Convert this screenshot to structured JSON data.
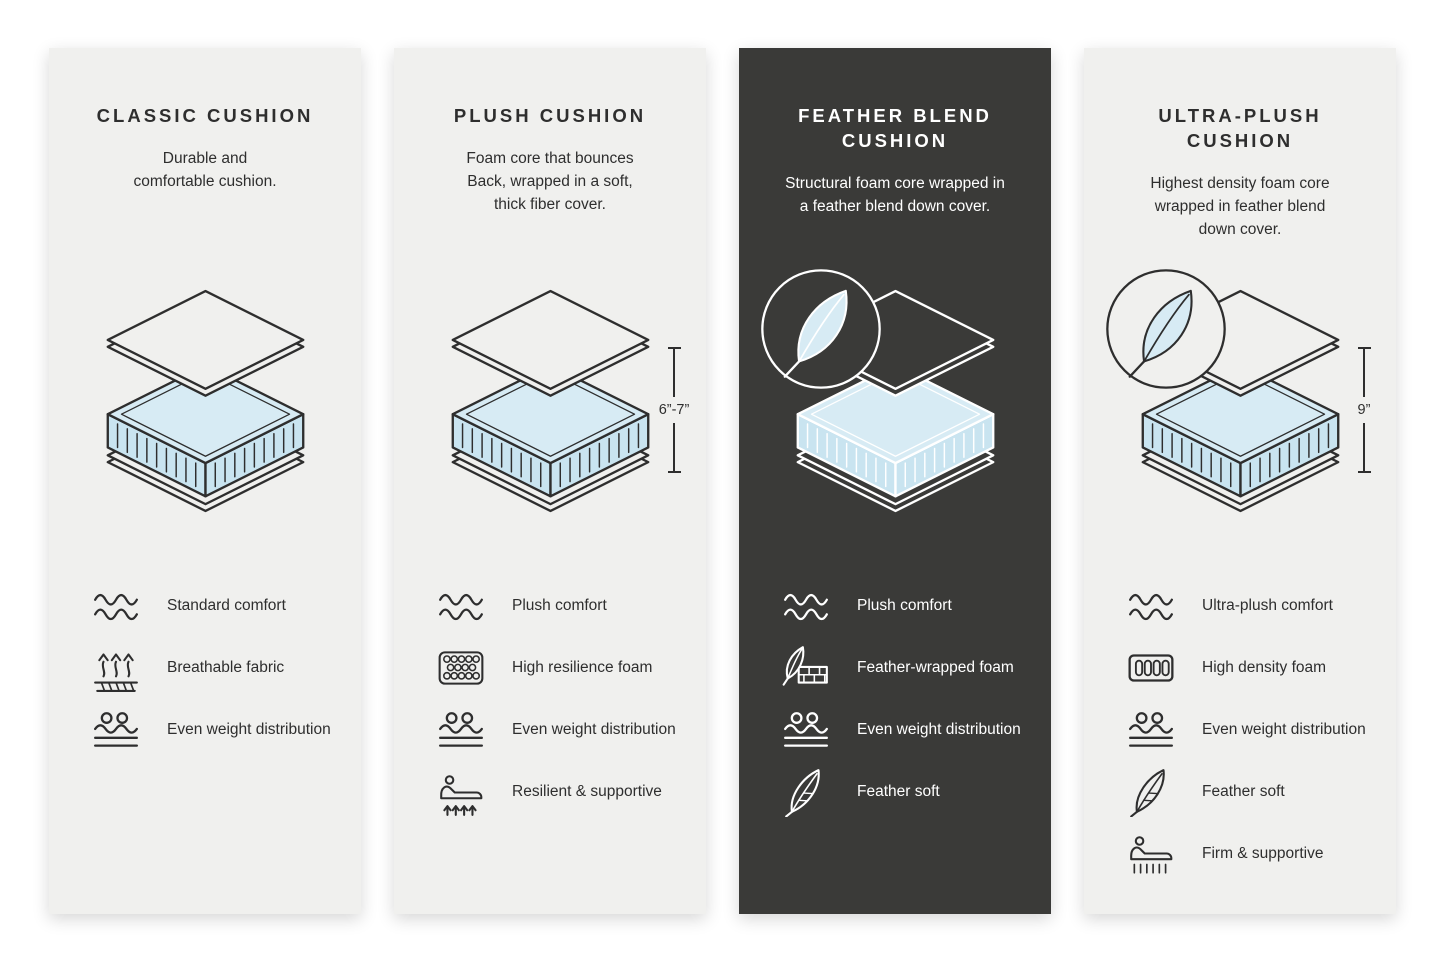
{
  "colors": {
    "page_background": "#ffffff",
    "card_background_light": "#f0f0ee",
    "card_background_dark": "#3a3a38",
    "foam_blue_top": "#d7ebf4",
    "foam_blue_side": "#c9e4f0",
    "ink_dark": "#2e2e2e",
    "ink_light": "#ffffff"
  },
  "cards": [
    {
      "id": "classic-cushion",
      "theme": "light",
      "title": "CLASSIC CUSHION",
      "description": "Durable and\ncomfortable cushion.",
      "illustration": "layered-cushion",
      "feather_badge": false,
      "features": [
        {
          "icon": "wave-comfort-icon",
          "label": "Standard comfort"
        },
        {
          "icon": "breathable-fabric-icon",
          "label": "Breathable fabric"
        },
        {
          "icon": "even-weight-icon",
          "label": "Even weight distribution"
        }
      ]
    },
    {
      "id": "plush-cushion",
      "theme": "light",
      "title": "PLUSH CUSHION",
      "description": "Foam core that bounces\nBack, wrapped in a soft,\nthick fiber cover.",
      "illustration": "layered-cushion",
      "feather_badge": false,
      "dimension": "6”-7”",
      "features": [
        {
          "icon": "wave-comfort-icon",
          "label": "Plush comfort"
        },
        {
          "icon": "foam-cells-icon",
          "label": "High resilience foam"
        },
        {
          "icon": "even-weight-icon",
          "label": "Even weight distribution"
        },
        {
          "icon": "resilient-support-icon",
          "label": "Resilient & supportive"
        }
      ]
    },
    {
      "id": "feather-blend-cushion",
      "theme": "dark",
      "title": "FEATHER BLEND\nCUSHION",
      "description": "Structural foam core wrapped in\na feather blend down cover.",
      "illustration": "layered-cushion",
      "feather_badge": true,
      "features": [
        {
          "icon": "wave-comfort-icon",
          "label": "Plush comfort"
        },
        {
          "icon": "feather-wrapped-foam-icon",
          "label": "Feather-wrapped foam"
        },
        {
          "icon": "even-weight-icon",
          "label": "Even weight distribution"
        },
        {
          "icon": "feather-icon",
          "label": "Feather soft"
        }
      ]
    },
    {
      "id": "ultra-plush-cushion",
      "theme": "light",
      "title": "ULTRA-PLUSH\nCUSHION",
      "description": "Highest density foam core\nwrapped in feather blend\ndown cover.",
      "illustration": "layered-cushion",
      "feather_badge": true,
      "dimension": "9”",
      "features": [
        {
          "icon": "wave-comfort-icon",
          "label": "Ultra-plush comfort"
        },
        {
          "icon": "high-density-foam-icon",
          "label": "High density foam"
        },
        {
          "icon": "even-weight-icon",
          "label": "Even weight distribution"
        },
        {
          "icon": "feather-icon",
          "label": "Feather soft"
        },
        {
          "icon": "firm-support-icon",
          "label": "Firm & supportive"
        }
      ]
    }
  ]
}
